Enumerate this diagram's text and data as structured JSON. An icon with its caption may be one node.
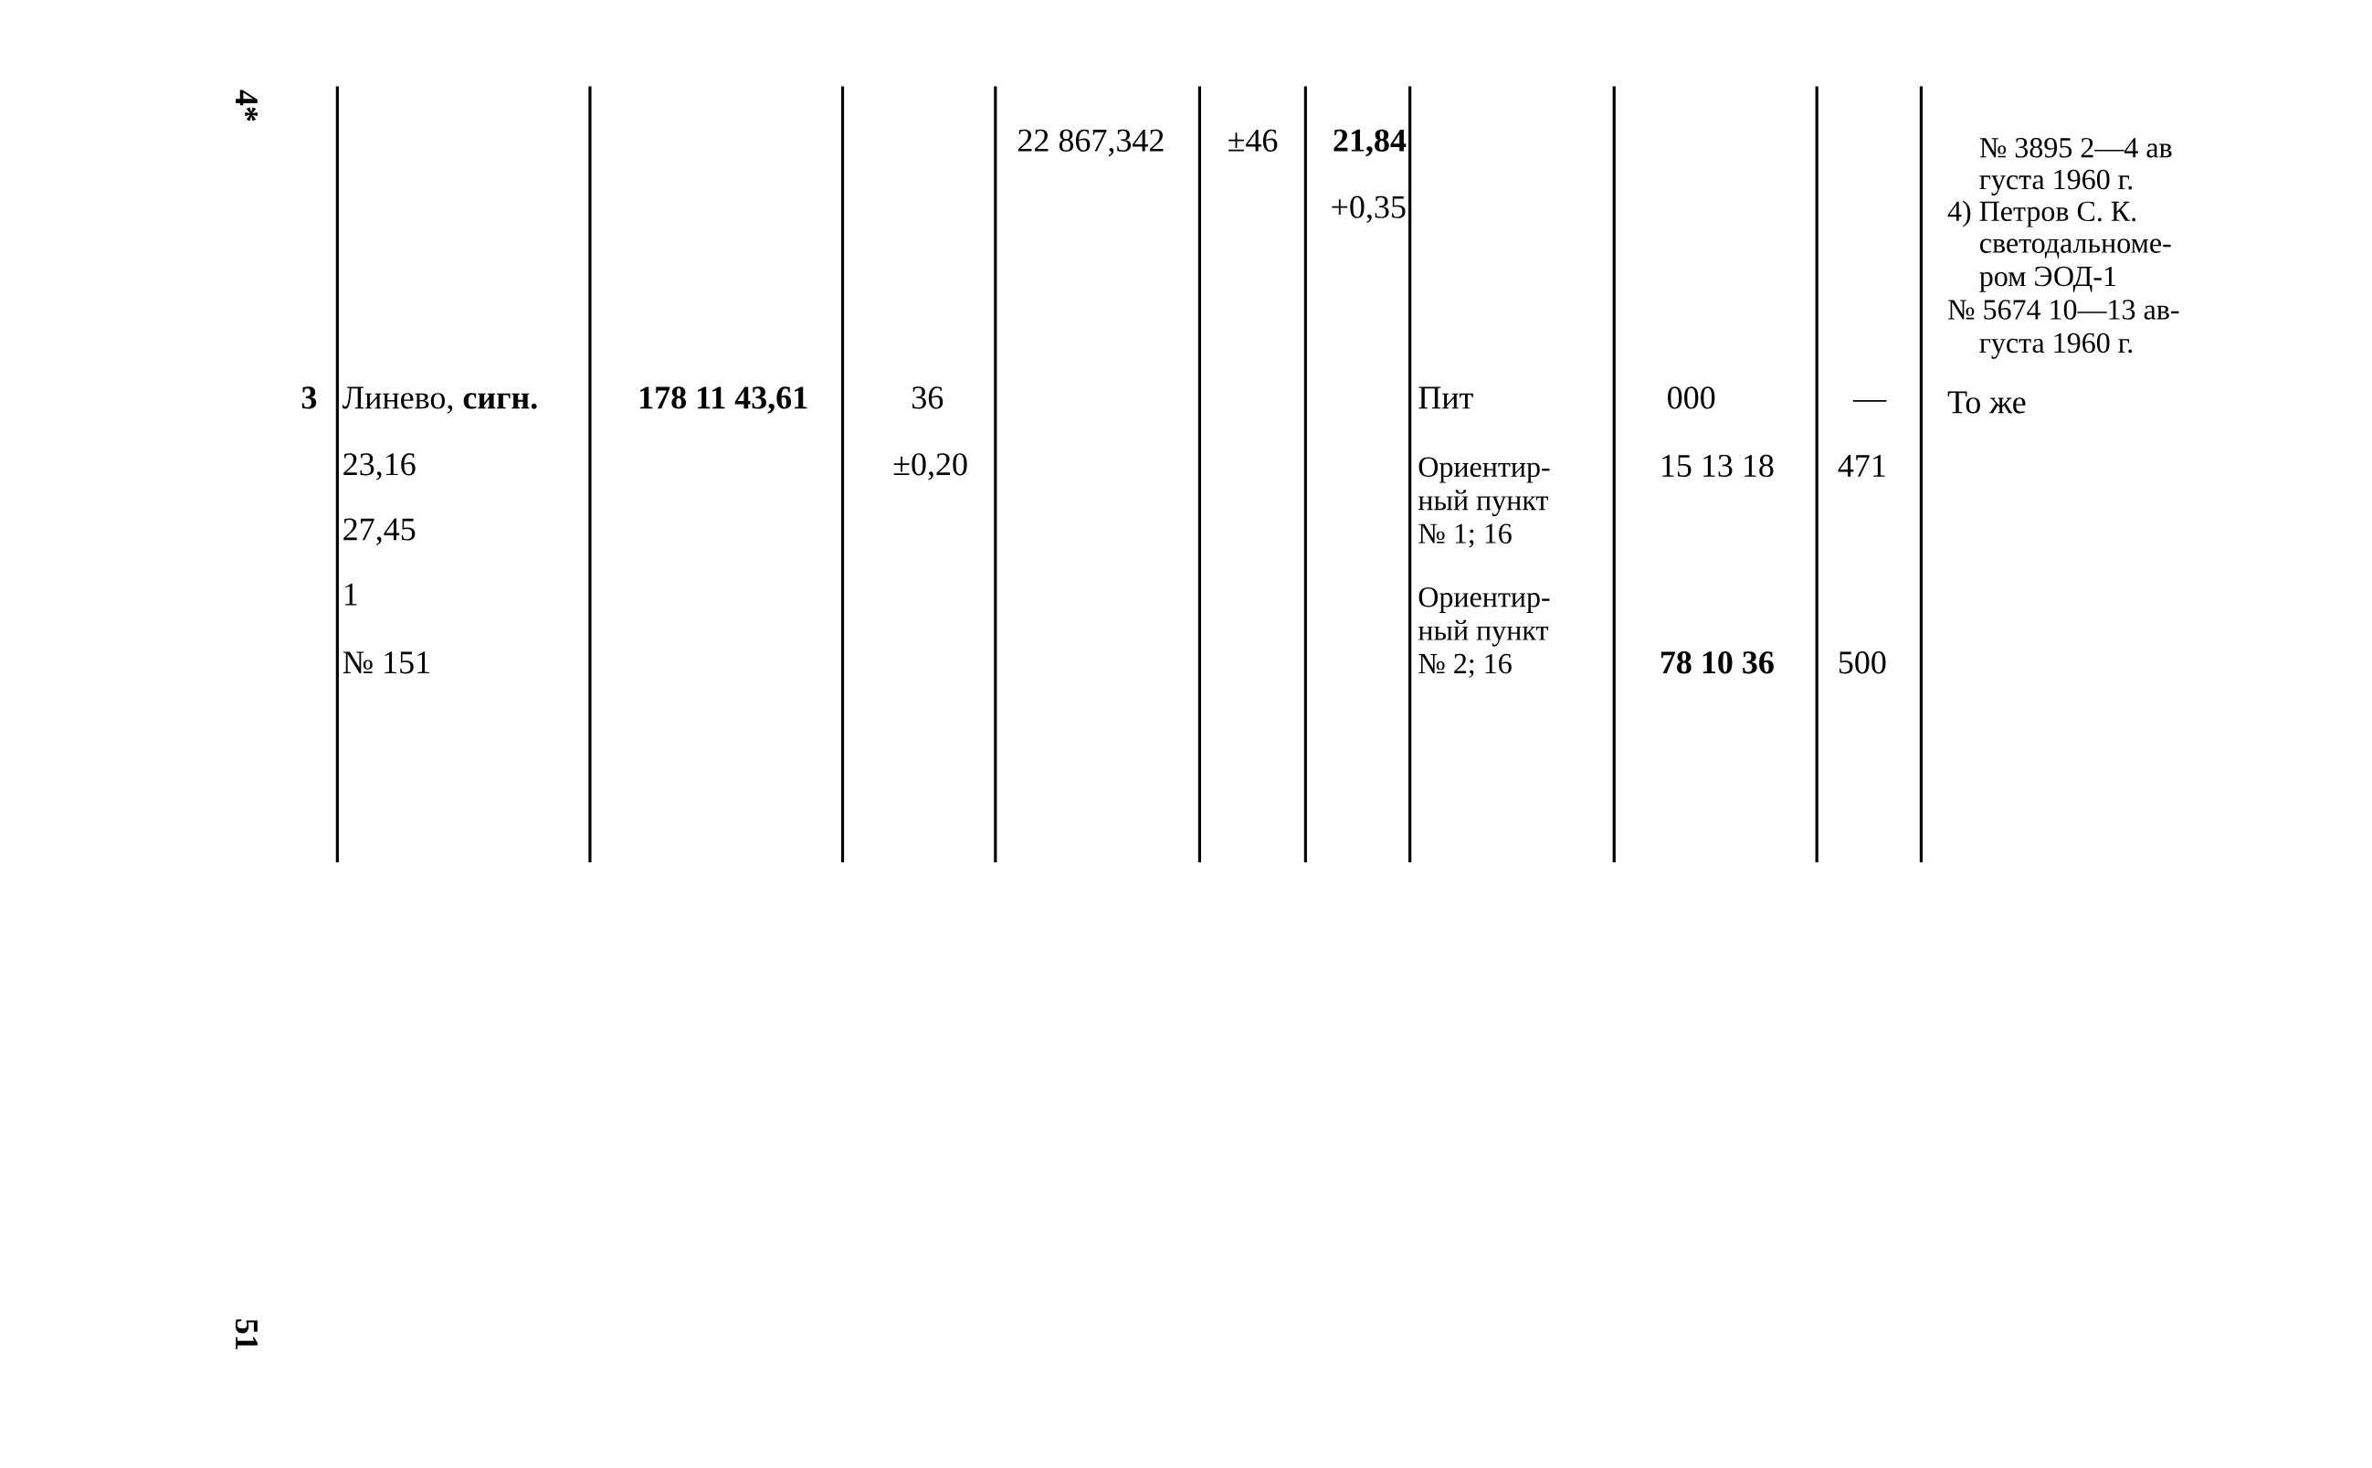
{
  "diagram": {
    "labels": [
      "4*",
      "22 867,342",
      "±46",
      "21,84",
      "+0,35",
      "№ 3895 2—4 ав",
      "густа 1960 г.",
      "4) Петров С. К.",
      "светодальноме-",
      "ром ЭОД-1",
      "№ 5674 10—13 ав-",
      "густа 1960 г.",
      "3",
      "Линево, **сигн.**",
      "178 11 43,61",
      "36",
      "Пит",
      "000",
      "—",
      "То же",
      "23,16",
      "±0,20",
      "Ориентир-",
      "15 13 18",
      "471",
      "ный пункт",
      "27,45",
      "№ 1; 16",
      "1",
      "Ориентир-",
      "ный пункт",
      "№ 151",
      "№ 2; 16",
      "78 10 36",
      "500",
      "51"
    ]
  }
}
